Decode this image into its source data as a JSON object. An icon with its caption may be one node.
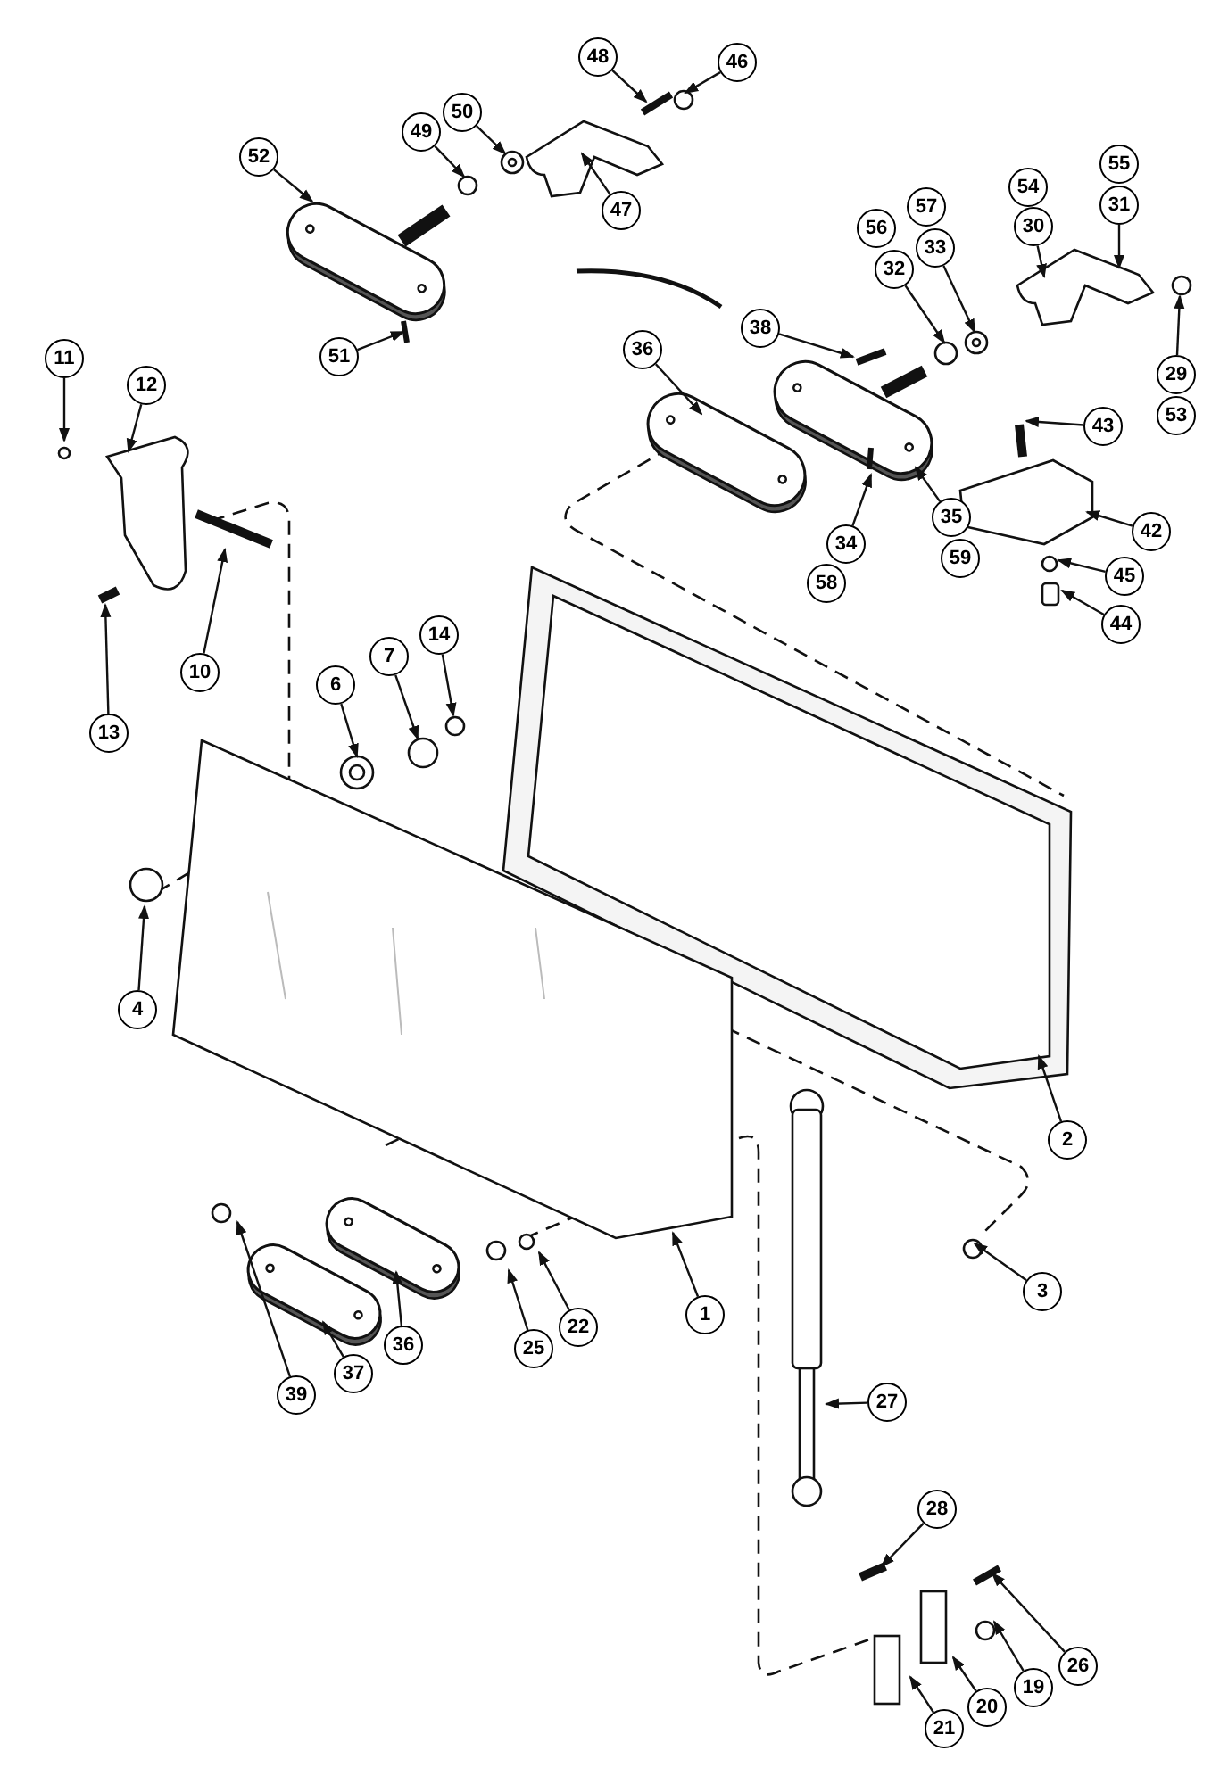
{
  "diagram": {
    "nodes": [
      {
        "text": [
          "48"
        ]
      },
      {
        "text": [
          "46"
        ]
      },
      {
        "text": [
          "52"
        ]
      },
      {
        "text": [
          "50"
        ]
      },
      {
        "text": [
          "49"
        ]
      },
      {
        "text": [
          "47"
        ]
      },
      {
        "text": [
          "55"
        ]
      },
      {
        "text": [
          "31"
        ]
      },
      {
        "text": [
          "54"
        ]
      },
      {
        "text": [
          "30"
        ]
      },
      {
        "text": [
          "57"
        ]
      },
      {
        "text": [
          "56"
        ]
      },
      {
        "text": [
          "33"
        ]
      },
      {
        "text": [
          "32"
        ]
      },
      {
        "text": [
          "38"
        ]
      },
      {
        "text": [
          "51"
        ]
      },
      {
        "text": [
          "11"
        ]
      },
      {
        "text": [
          "29"
        ]
      },
      {
        "text": [
          "36"
        ]
      },
      {
        "text": [
          "12"
        ]
      },
      {
        "text": [
          "53"
        ]
      },
      {
        "text": [
          "43"
        ]
      },
      {
        "text": [
          "35"
        ]
      },
      {
        "text": [
          "42"
        ]
      },
      {
        "text": [
          "34"
        ]
      },
      {
        "text": [
          "59"
        ]
      },
      {
        "text": [
          "45"
        ]
      },
      {
        "text": [
          "58"
        ]
      },
      {
        "text": [
          "44"
        ]
      },
      {
        "text": [
          "14"
        ]
      },
      {
        "text": [
          "7"
        ]
      },
      {
        "text": [
          "10"
        ]
      },
      {
        "text": [
          "6"
        ]
      },
      {
        "text": [
          "13"
        ]
      },
      {
        "text": [
          "4"
        ]
      },
      {
        "text": [
          "2"
        ]
      },
      {
        "text": [
          "3"
        ]
      },
      {
        "text": [
          "1"
        ]
      },
      {
        "text": [
          "22"
        ]
      },
      {
        "text": [
          "36"
        ]
      },
      {
        "text": [
          "25"
        ]
      },
      {
        "text": [
          "37"
        ]
      },
      {
        "text": [
          "39"
        ]
      },
      {
        "text": [
          "27"
        ]
      },
      {
        "text": [
          "28"
        ]
      },
      {
        "text": [
          "26"
        ]
      },
      {
        "text": [
          "19"
        ]
      },
      {
        "text": [
          "20"
        ]
      },
      {
        "text": [
          "21"
        ]
      }
    ],
    "edges": [
      {
        "from": 0,
        "to": null,
        "arrow": "to"
      },
      {
        "from": 1,
        "to": null,
        "arrow": "to"
      },
      {
        "from": 2,
        "to": null,
        "arrow": "to"
      },
      {
        "from": 3,
        "to": null,
        "arrow": "to"
      },
      {
        "from": 4,
        "to": null,
        "arrow": "to"
      },
      {
        "from": 5,
        "to": null,
        "arrow": "to"
      },
      {
        "from": 7,
        "to": null,
        "arrow": "to"
      },
      {
        "from": 9,
        "to": null,
        "arrow": "to"
      },
      {
        "from": 12,
        "to": null,
        "arrow": "to"
      },
      {
        "from": 13,
        "to": null,
        "arrow": "to"
      },
      {
        "from": 14,
        "to": null,
        "arrow": "to"
      },
      {
        "from": 15,
        "to": null,
        "arrow": "to"
      },
      {
        "from": 16,
        "to": null,
        "arrow": "to"
      },
      {
        "from": 17,
        "to": null,
        "arrow": "to"
      },
      {
        "from": 18,
        "to": null,
        "arrow": "to"
      },
      {
        "from": 19,
        "to": null,
        "arrow": "to"
      },
      {
        "from": 21,
        "to": null,
        "arrow": "to"
      },
      {
        "from": 22,
        "to": null,
        "arrow": "to"
      },
      {
        "from": 23,
        "to": null,
        "arrow": "to"
      },
      {
        "from": 24,
        "to": null,
        "arrow": "to"
      },
      {
        "from": 26,
        "to": null,
        "arrow": "to"
      },
      {
        "from": 28,
        "to": null,
        "arrow": "to"
      },
      {
        "from": 29,
        "to": null,
        "arrow": "to"
      },
      {
        "from": 30,
        "to": null,
        "arrow": "to"
      },
      {
        "from": 31,
        "to": null,
        "arrow": "to"
      },
      {
        "from": 32,
        "to": null,
        "arrow": "to"
      },
      {
        "from": 33,
        "to": null,
        "arrow": "to"
      },
      {
        "from": 34,
        "to": null,
        "arrow": "to"
      },
      {
        "from": 35,
        "to": null,
        "arrow": "to"
      },
      {
        "from": 36,
        "to": null,
        "arrow": "to"
      },
      {
        "from": 37,
        "to": null,
        "arrow": "to"
      },
      {
        "from": 38,
        "to": null,
        "arrow": "to"
      },
      {
        "from": 39,
        "to": null,
        "arrow": "to"
      },
      {
        "from": 40,
        "to": null,
        "arrow": "to"
      },
      {
        "from": 41,
        "to": null,
        "arrow": "to"
      },
      {
        "from": 42,
        "to": null,
        "arrow": "to"
      },
      {
        "from": 43,
        "to": null,
        "arrow": "to"
      },
      {
        "from": 44,
        "to": null,
        "arrow": "to"
      },
      {
        "from": 45,
        "to": null,
        "arrow": "to"
      },
      {
        "from": 46,
        "to": null,
        "arrow": "to"
      },
      {
        "from": 47,
        "to": null,
        "arrow": "to"
      },
      {
        "from": 48,
        "to": null,
        "arrow": "to"
      }
    ]
  }
}
